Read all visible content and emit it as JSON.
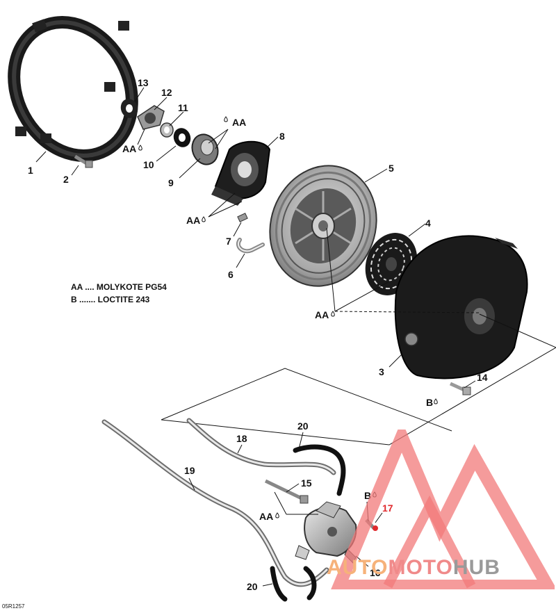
{
  "diagram": {
    "legend": [
      {
        "code": "AA",
        "text": "AA .... MOLYKOTE PG54"
      },
      {
        "code": "B",
        "text": "B ....... LOCTITE 243"
      }
    ],
    "drawing_code": "05R1257",
    "callouts": {
      "n1": "1",
      "n2": "2",
      "n3": "3",
      "n4": "4",
      "n5": "5",
      "n6": "6",
      "n7": "7",
      "n8": "8",
      "n9": "9",
      "n10": "10",
      "n11": "11",
      "n12": "12",
      "n13": "13",
      "n14": "14",
      "n15": "15",
      "n16": "16",
      "n17": "17",
      "n18": "18",
      "n19": "19",
      "n20a": "20",
      "n20b": "20"
    },
    "lube_marks": {
      "aa1": "AA",
      "aa2": "AA",
      "aa3": "AA",
      "aa4": "AA",
      "aa5": "AA",
      "b1": "B",
      "b2": "B"
    },
    "watermark": {
      "part1": "AUTO",
      "part2": "MOTO",
      "part3": "HUB"
    },
    "colors": {
      "ink": "#111111",
      "highlight": "#e0292d",
      "watermark_red": "#f27a7a"
    }
  }
}
